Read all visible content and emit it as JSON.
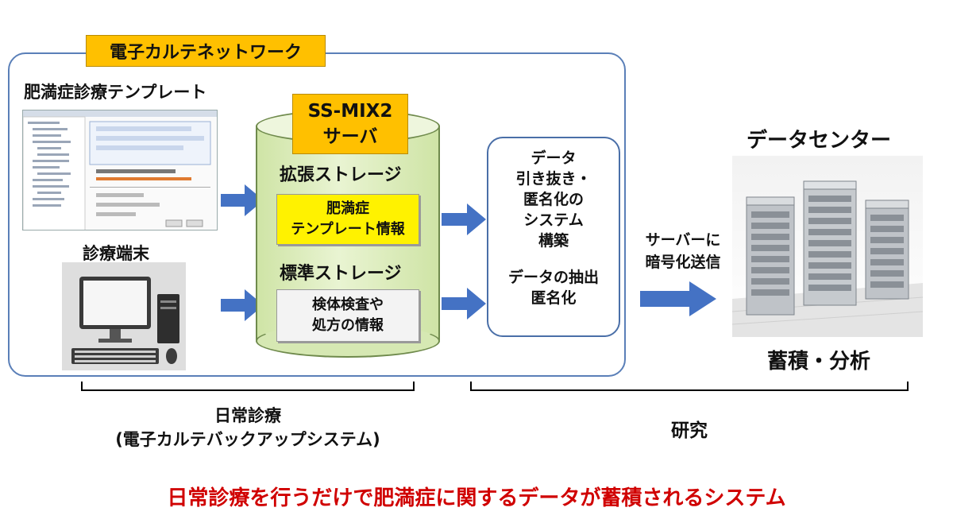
{
  "network": {
    "title": "電子カルテネットワーク",
    "template_label": "肥満症診療テンプレート",
    "terminal_label": "診療端末",
    "server": {
      "label_lines": [
        "SS-MIX2",
        "サーバ"
      ],
      "extended_storage": {
        "title": "拡張ストレージ",
        "note_lines": [
          "肥満症",
          "テンプレート情報"
        ]
      },
      "standard_storage": {
        "title": "標準ストレージ",
        "note_lines": [
          "検体検査や",
          "処方の情報"
        ]
      }
    },
    "process_box": {
      "lines_top": [
        "データ",
        "引き抜き・",
        "匿名化の",
        "システム",
        "構築"
      ],
      "lines_bottom": [
        "データの抽出",
        "匿名化"
      ]
    }
  },
  "transfer_label_lines": [
    "サーバーに",
    "暗号化送信"
  ],
  "datacenter": {
    "title": "データセンター",
    "caption": "蓄積・分析"
  },
  "brackets": {
    "daily_lines": [
      "日常診療",
      "(電子カルテバックアップシステム)"
    ],
    "research": "研究"
  },
  "footer": "日常診療を行うだけで肥満症に関するデータが蓄積されるシステム",
  "colors": {
    "accent_orange": "#ffc000",
    "arrow_blue": "#4472c4",
    "network_border": "#5a7fb8",
    "note_yellow": "#fff200",
    "footer_red": "#d00000"
  }
}
